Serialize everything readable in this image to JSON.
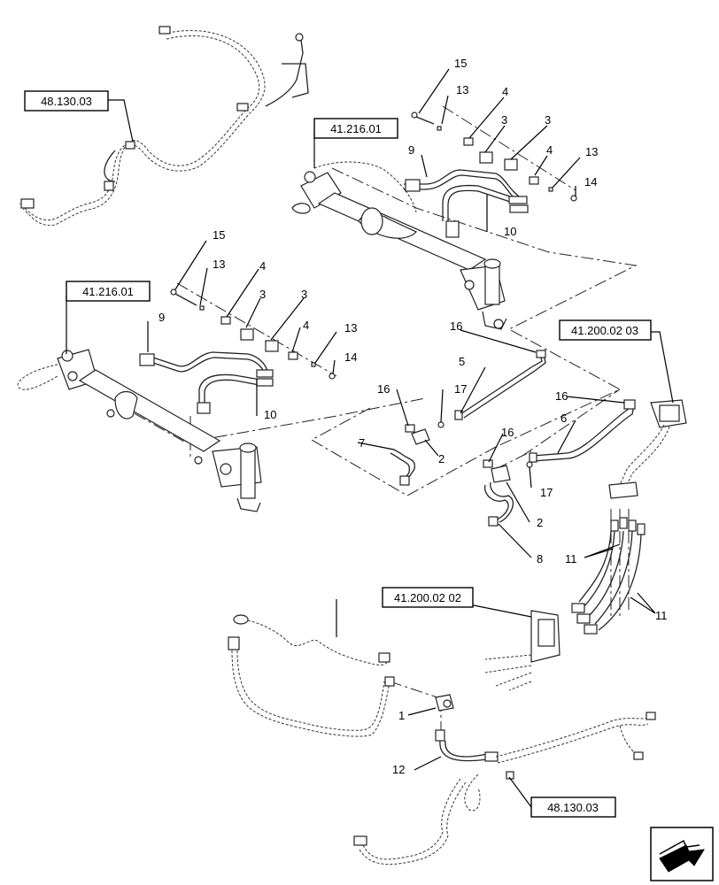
{
  "references": {
    "ref_48_130_03_top": "48.130.03",
    "ref_41_216_01_upper": "41.216.01",
    "ref_41_216_01_lower": "41.216.01",
    "ref_41_200_02_03": "41.200.02 03",
    "ref_41_200_02_02": "41.200.02 02",
    "ref_48_130_03_bottom": "48.130.03"
  },
  "callouts": {
    "c15a": "15",
    "c13a": "13",
    "c4a": "4",
    "c3a": "3",
    "c3b": "3",
    "c9a": "9",
    "c4b": "4",
    "c13b": "13",
    "c14a": "14",
    "c10a": "10",
    "c15b": "15",
    "c13c": "13",
    "c4c": "4",
    "c3c": "3",
    "c3d": "3",
    "c9b": "9",
    "c4d": "4",
    "c13d": "13",
    "c14b": "14",
    "c10b": "10",
    "c16a": "16",
    "c5": "5",
    "c16b": "16",
    "c17a": "17",
    "c7": "7",
    "c2a": "2",
    "c16c": "16",
    "c6": "6",
    "c16d": "16",
    "c17b": "17",
    "c2b": "2",
    "c8": "8",
    "c11a": "11",
    "c11b": "11",
    "c1": "1",
    "c12": "12"
  },
  "icons": {
    "nav": "next-page-arrow-icon"
  }
}
